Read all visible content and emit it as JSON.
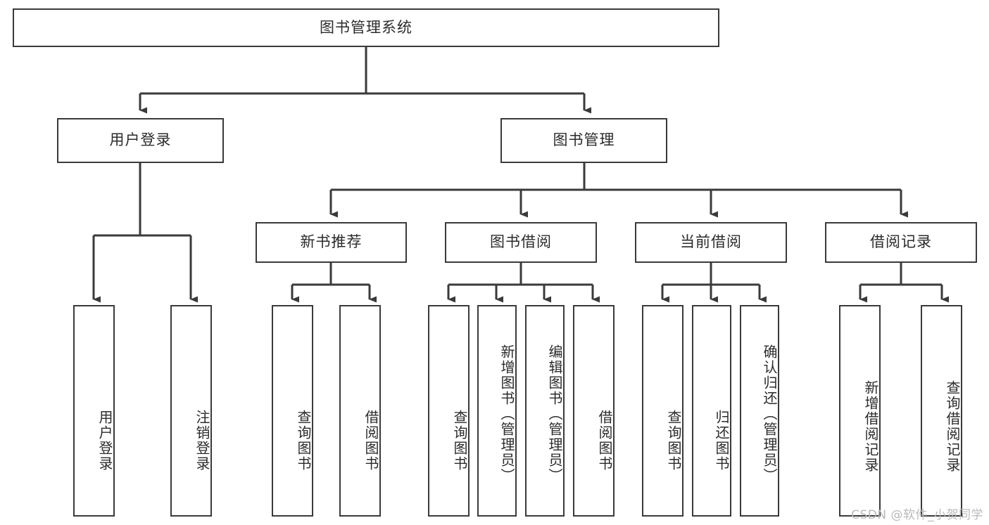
{
  "diagram": {
    "title": "图书管理系统",
    "type": "hierarchy-tree",
    "watermark": "CSDN @软件_小贺同学",
    "colors": {
      "box_border": "#3a3a3a",
      "box_fill": "#ffffff",
      "connector": "#3a3a3a",
      "text": "#2b2b2b",
      "watermark": "#b9b9b9",
      "background": "#ffffff"
    },
    "nodes": {
      "root": {
        "label": "图书管理系统"
      },
      "level2": [
        {
          "id": "user-login",
          "label": "用户登录"
        },
        {
          "id": "book-manage",
          "label": "图书管理"
        }
      ],
      "level3": [
        {
          "id": "new-book-recommend",
          "label": "新书推荐"
        },
        {
          "id": "book-borrow",
          "label": "图书借阅"
        },
        {
          "id": "current-borrow",
          "label": "当前借阅"
        },
        {
          "id": "borrow-record",
          "label": "借阅记录"
        }
      ],
      "leaves": {
        "user_login": [
          {
            "id": "leaf-user-login",
            "label": "用户登录"
          },
          {
            "id": "leaf-logout-login",
            "label": "注销登录"
          }
        ],
        "new_book_recommend": [
          {
            "id": "leaf-query-book-1",
            "label": "查询图书"
          },
          {
            "id": "leaf-borrow-book-1",
            "label": "借阅图书"
          }
        ],
        "book_borrow": [
          {
            "id": "leaf-query-book-2",
            "label": "查询图书"
          },
          {
            "id": "leaf-add-book",
            "label": "新增图书（管理员）"
          },
          {
            "id": "leaf-edit-book",
            "label": "编辑图书（管理员）"
          },
          {
            "id": "leaf-borrow-book-2",
            "label": "借阅图书"
          }
        ],
        "current_borrow": [
          {
            "id": "leaf-query-book-3",
            "label": "查询图书"
          },
          {
            "id": "leaf-return-book",
            "label": "归还图书"
          },
          {
            "id": "leaf-confirm-return",
            "label": "确认归还（管理员）"
          }
        ],
        "borrow_record": [
          {
            "id": "leaf-add-record",
            "label": "新增借阅记录"
          },
          {
            "id": "leaf-query-record",
            "label": "查询借阅记录"
          }
        ]
      }
    }
  }
}
